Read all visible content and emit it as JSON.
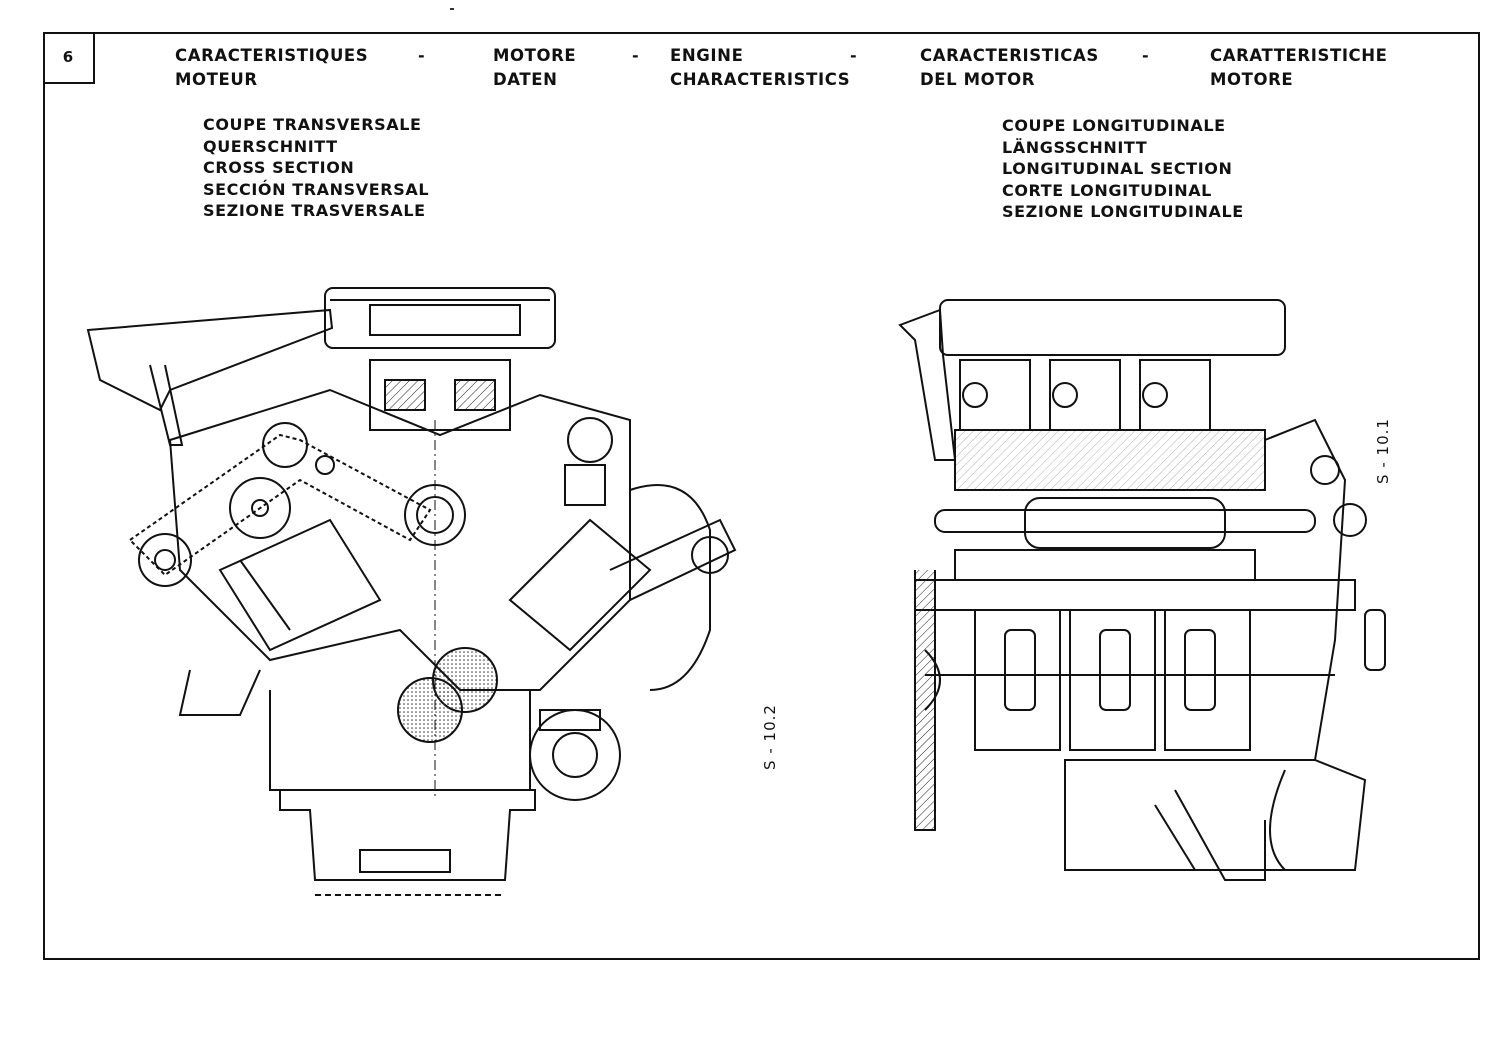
{
  "page_number": "6",
  "header": [
    {
      "line1": "CARACTERISTIQUES",
      "line2": "MOTEUR"
    },
    {
      "line1": "MOTORE",
      "line2": "DATEN"
    },
    {
      "line1": "ENGINE",
      "line2": "CHARACTERISTICS"
    },
    {
      "line1": "CARACTERISTICAS",
      "line2": "DEL MOTOR"
    },
    {
      "line1": "CARATTERISTICHE",
      "line2": "MOTORE"
    }
  ],
  "separator": "-",
  "cross_section": {
    "lines": [
      "COUPE TRANSVERSALE",
      "QUERSCHNITT",
      "CROSS SECTION",
      "SECCIÓN TRANSVERSAL",
      "SEZIONE TRASVERSALE"
    ],
    "figure_ref": "S - 10.2"
  },
  "longitudinal_section": {
    "lines": [
      "COUPE LONGITUDINALE",
      "LÄNGSSCHNITT",
      "LONGITUDINAL SECTION",
      "CORTE LONGITUDINAL",
      "SEZIONE LONGITUDINALE"
    ],
    "figure_ref": "S - 10.1"
  }
}
